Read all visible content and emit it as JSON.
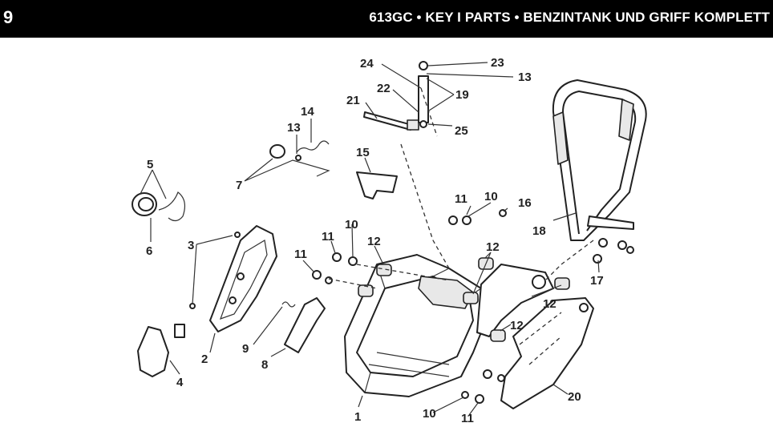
{
  "header": {
    "page_number": "9",
    "title": "613GC • KEY I PARTS • BENZINTANK UND GRIFF KOMPLETT"
  },
  "callouts": {
    "c1": "1",
    "c2": "2",
    "c3": "3",
    "c4": "4",
    "c5": "5",
    "c6": "6",
    "c7": "7",
    "c8": "8",
    "c9": "9",
    "c10a": "10",
    "c10b": "10",
    "c10c": "10",
    "c11a": "11",
    "c11b": "11",
    "c11c": "11",
    "c11d": "11",
    "c12a": "12",
    "c12b": "12",
    "c12c": "12",
    "c12d": "12",
    "c13a": "13",
    "c13b": "13",
    "c14": "14",
    "c15": "15",
    "c16": "16",
    "c17": "17",
    "c18": "18",
    "c19": "19",
    "c20": "20",
    "c21": "21",
    "c22": "22",
    "c23": "23",
    "c24": "24",
    "c25": "25"
  }
}
